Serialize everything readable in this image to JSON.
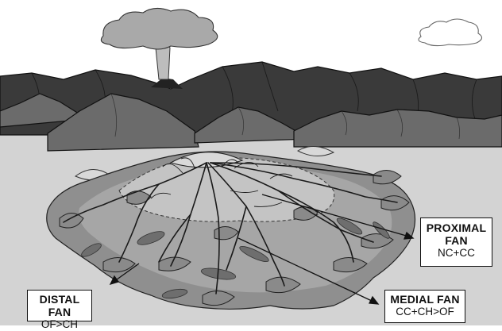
{
  "labels": {
    "proximal": {
      "title_line1": "PROXIMAL",
      "title_line2": "FAN",
      "code": "NC+CC"
    },
    "medial": {
      "title": "MEDIAL FAN",
      "code": "CC+CH>OF"
    },
    "distal": {
      "title": "DISTAL FAN",
      "code": "OF>CH"
    }
  },
  "colors": {
    "sky": "#ffffff",
    "far_mountains": "#3a3a3a",
    "near_mountains": "#6b6b6b",
    "plain": "#d3d3d3",
    "distal_zone": "#8f8f8f",
    "medial_zone": "#a6a6a6",
    "proximal_zone": "#c4c4c4",
    "lobes": "#8a8a8a",
    "channels": "#1a1a1a",
    "eruption_plume": "#a9a9a9",
    "cloud": "#ffffff"
  }
}
